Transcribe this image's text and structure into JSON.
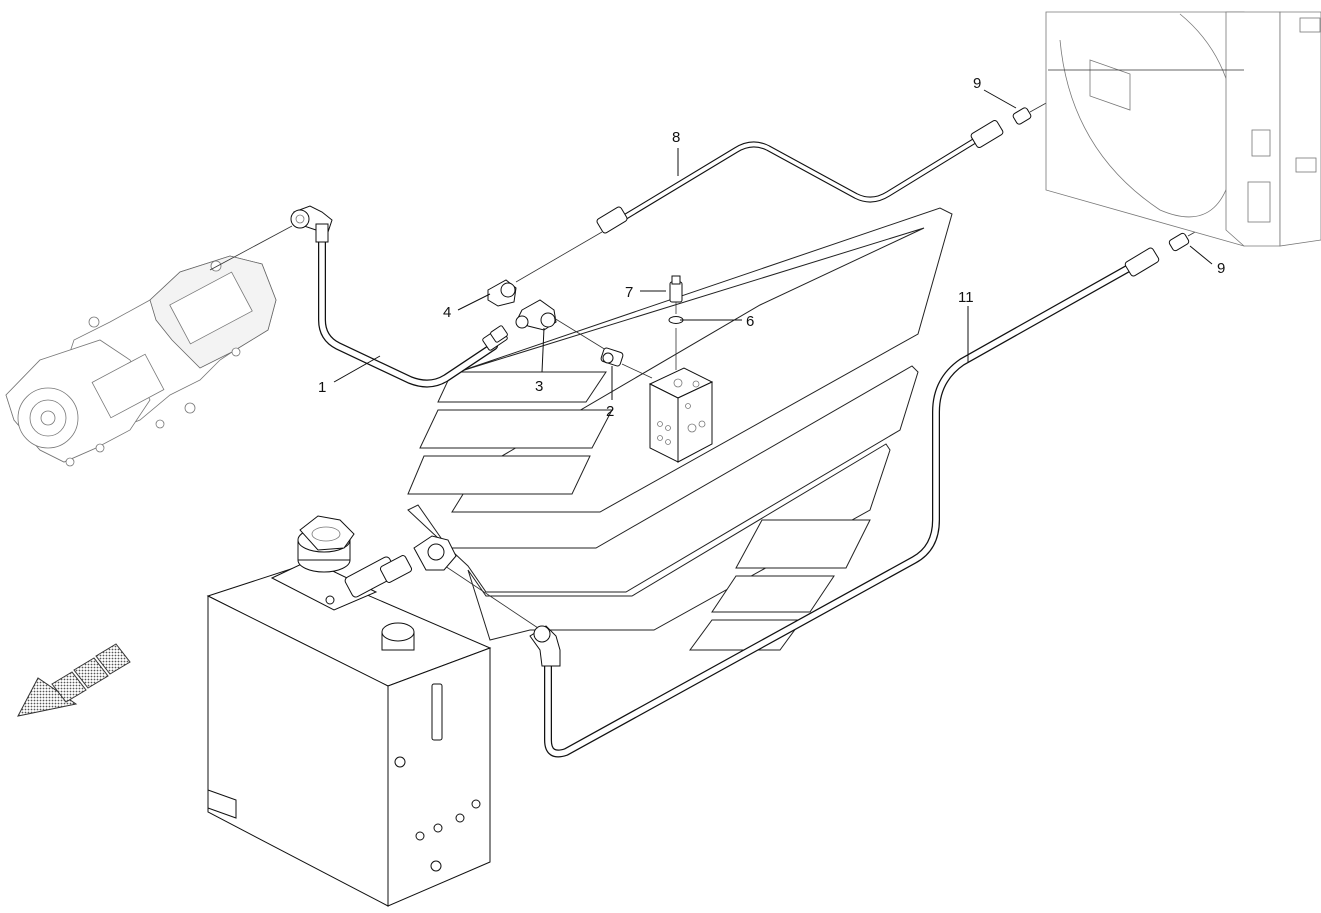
{
  "callouts": [
    {
      "id": "c1",
      "label": "1"
    },
    {
      "id": "c2",
      "label": "2"
    },
    {
      "id": "c3",
      "label": "3"
    },
    {
      "id": "c4",
      "label": "4"
    },
    {
      "id": "c6",
      "label": "6"
    },
    {
      "id": "c7",
      "label": "7"
    },
    {
      "id": "c8",
      "label": "8"
    },
    {
      "id": "c9a",
      "label": "9"
    },
    {
      "id": "c9b",
      "label": "9"
    },
    {
      "id": "c11",
      "label": "11"
    }
  ],
  "colors": {
    "line": "#111111",
    "background": "#ffffff",
    "hatch": "#888888"
  },
  "icons": [
    "direction-arrow-icon"
  ]
}
